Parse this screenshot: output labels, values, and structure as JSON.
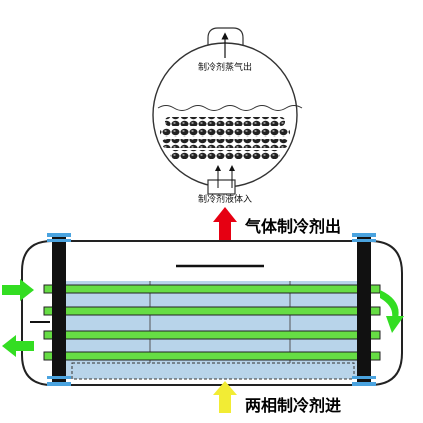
{
  "labels": {
    "vapor_outlet": "制冷剂蒸气出",
    "liquid_inlet": "制冷剂液体入",
    "gas_outlet": "气体制冷剂出",
    "two_phase_inlet": "两相制冷剂进"
  },
  "colors": {
    "tube_green": "#66dd44",
    "shell_liquid": "#b8d4ea",
    "flow_red": "#e60012",
    "flow_yellow": "#f2ec34",
    "flow_green": "#33dd22",
    "tube_sheet": "#111111",
    "bolt": "#4aa3df"
  },
  "icons": {
    "inlet_arrows": "arrow-right-icon",
    "outlet_arrows": "arrow-left-icon",
    "return_arrow": "curved-arrow-icon",
    "gas_arrow": "arrow-up-icon",
    "two_phase_arrow": "arrow-up-icon"
  }
}
